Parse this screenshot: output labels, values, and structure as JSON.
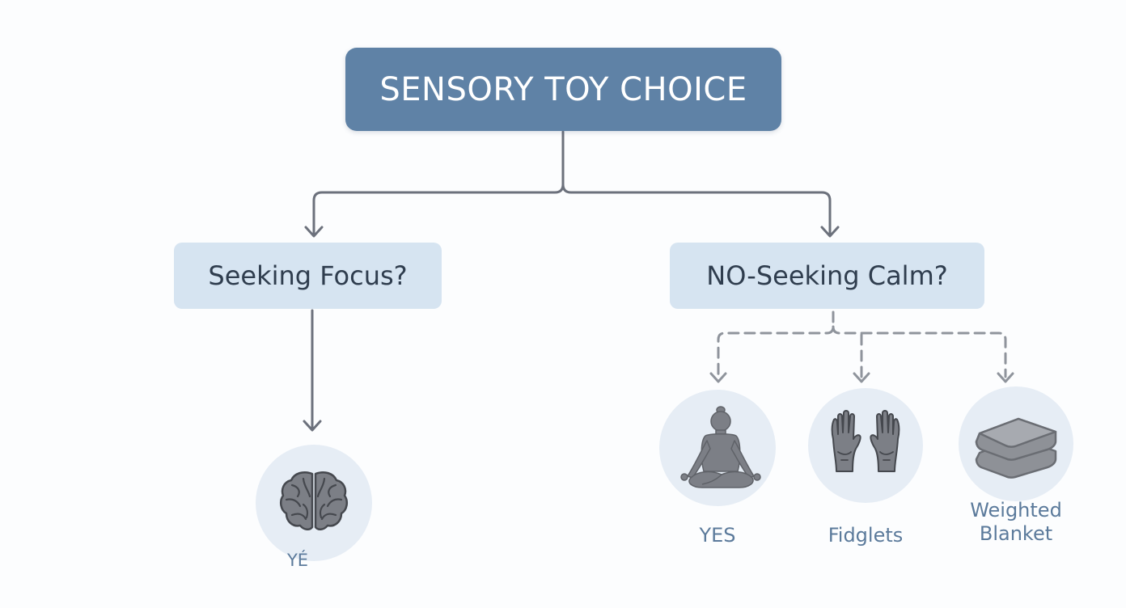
{
  "diagram": {
    "title": "SENSORY TOY CHOICE",
    "branches": [
      {
        "question": "Seeking Focus?",
        "outcomes": [
          {
            "icon": "brain-icon",
            "caption": "YÉ"
          }
        ]
      },
      {
        "question": "NO-Seeking Calm?",
        "outcomes": [
          {
            "icon": "meditation-icon",
            "caption": "YES"
          },
          {
            "icon": "hands-icon",
            "caption": "Fidglets"
          },
          {
            "icon": "weighted-blanket-icon",
            "caption": "Weighted Blanket"
          }
        ]
      }
    ]
  },
  "colors": {
    "root_fill": "#5f82a6",
    "question_fill": "#d6e4f1",
    "circle_fill": "#e6edf5",
    "icon_gray": "#7c7f86",
    "connector": "#6c717c",
    "caption_text": "#5b7a9b"
  }
}
